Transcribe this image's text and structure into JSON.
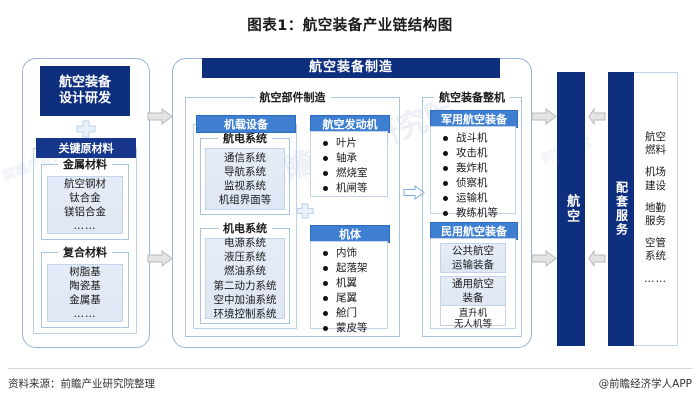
{
  "title": "图表1：航空装备产业链结构图",
  "footer": {
    "source": "资料来源：前瞻产业研究院整理",
    "brand": "@前瞻经济学人APP"
  },
  "colors": {
    "dark_blue": "#0e2f7e",
    "medium_blue": "#3f7fd1",
    "frame_blue": "#a9c3e3",
    "light_fill": "#e6ecf7",
    "arrow_gray": "#dcdcdc"
  },
  "upstream": {
    "header": "航空装备\n设计研发",
    "header_line1": "航空装备",
    "header_line2": "设计研发",
    "materials_header": "关键原材料",
    "groups": [
      {
        "caption": "金属材料",
        "items": [
          "航空钢材",
          "钛合金",
          "镁铝合金",
          "……"
        ]
      },
      {
        "caption": "复合材料",
        "items": [
          "树脂基",
          "陶瓷基",
          "金属基",
          "……"
        ]
      }
    ]
  },
  "midstream": {
    "header": "航空装备制造",
    "parts_group": {
      "caption": "航空部件制造",
      "columns": [
        {
          "header": "机载设备",
          "subgroups": [
            {
              "caption": "航电系统",
              "items": [
                "通信系统",
                "导航系统",
                "监视系统",
                "机组界面等"
              ]
            },
            {
              "caption": "机电系统",
              "items": [
                "电源系统",
                "液压系统",
                "燃油系统",
                "第二动力系统",
                "空中加油系统",
                "环境控制系统"
              ]
            }
          ]
        },
        {
          "header": "航空发动机",
          "bullets": [
            "叶片",
            "轴承",
            "燃烧室",
            "机闸等"
          ]
        },
        {
          "header": "机体",
          "bullets": [
            "内饰",
            "起落架",
            "机翼",
            "尾翼",
            "舱门",
            "蒙皮等"
          ]
        }
      ]
    },
    "whole_group": {
      "caption": "航空装备整机",
      "military": {
        "header": "军用航空装备",
        "bullets": [
          "战斗机",
          "攻击机",
          "轰炸机",
          "侦察机",
          "运输机",
          "教练机等"
        ]
      },
      "civil": {
        "header": "民用航空装备",
        "boxes": [
          {
            "label": "公共航空\n运输装备",
            "line1": "公共航空",
            "line2": "运输装备"
          },
          {
            "label": "通用航空\n装备",
            "line1": "通用航空",
            "line2": "装备"
          }
        ],
        "general_items": [
          "直升机",
          "无人机等"
        ]
      }
    }
  },
  "downstream": {
    "aviation_label": "航空",
    "services_label": "配套服务",
    "service_items": [
      "航空\n燃料",
      "机场\n建设",
      "地勤\n服务",
      "空管\n系统",
      "……"
    ],
    "service_items_split": [
      {
        "l1": "航空",
        "l2": "燃料"
      },
      {
        "l1": "机场",
        "l2": "建设"
      },
      {
        "l1": "地勤",
        "l2": "服务"
      },
      {
        "l1": "空管",
        "l2": "系统"
      },
      {
        "l1": "……",
        "l2": ""
      }
    ]
  },
  "connectors": {
    "plus_icon": "plus-connector-icon",
    "arrow_icon": "right-arrow-icon"
  }
}
